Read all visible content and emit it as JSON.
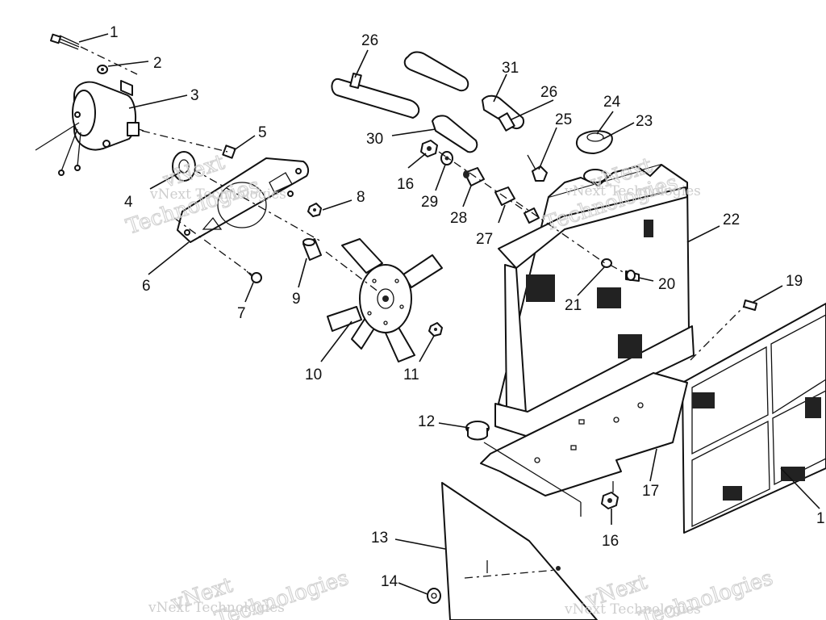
{
  "watermark": {
    "brand": "vNext",
    "word": "Technologies",
    "full": "vNext Technologies"
  },
  "callouts": [
    {
      "id": "c1",
      "label": "1"
    },
    {
      "id": "c2",
      "label": "2"
    },
    {
      "id": "c3",
      "label": "3"
    },
    {
      "id": "c4",
      "label": "4"
    },
    {
      "id": "c5",
      "label": "5"
    },
    {
      "id": "c6",
      "label": "6"
    },
    {
      "id": "c7",
      "label": "7"
    },
    {
      "id": "c8",
      "label": "8"
    },
    {
      "id": "c9",
      "label": "9"
    },
    {
      "id": "c10",
      "label": "10"
    },
    {
      "id": "c11",
      "label": "11"
    },
    {
      "id": "c12",
      "label": "12"
    },
    {
      "id": "c13",
      "label": "13"
    },
    {
      "id": "c14",
      "label": "14"
    },
    {
      "id": "c16a",
      "label": "16"
    },
    {
      "id": "c16b",
      "label": "16"
    },
    {
      "id": "c17",
      "label": "17"
    },
    {
      "id": "c18",
      "label": "1"
    },
    {
      "id": "c19",
      "label": "19"
    },
    {
      "id": "c20",
      "label": "20"
    },
    {
      "id": "c21",
      "label": "21"
    },
    {
      "id": "c22",
      "label": "22"
    },
    {
      "id": "c23",
      "label": "23"
    },
    {
      "id": "c24",
      "label": "24"
    },
    {
      "id": "c25",
      "label": "25"
    },
    {
      "id": "c26a",
      "label": "26"
    },
    {
      "id": "c26b",
      "label": "26"
    },
    {
      "id": "c27",
      "label": "27"
    },
    {
      "id": "c28",
      "label": "28"
    },
    {
      "id": "c29",
      "label": "29"
    },
    {
      "id": "c30",
      "label": "30"
    },
    {
      "id": "c31",
      "label": "31"
    }
  ]
}
